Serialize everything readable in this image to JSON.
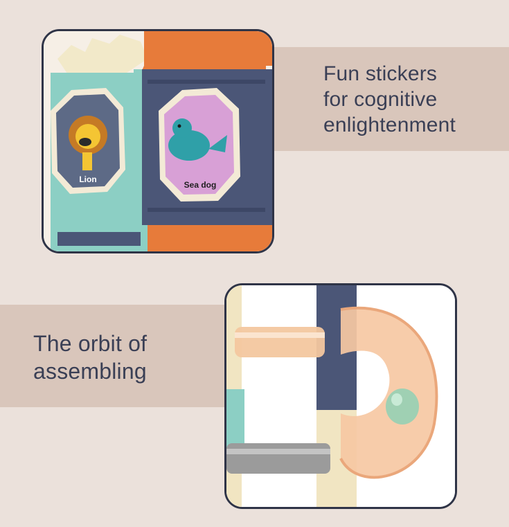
{
  "features": [
    {
      "caption": "Fun stickers\nfor cognitive\nenlightenment",
      "photo": "puzzle-cube-with-animal-stickers",
      "stickers": [
        "Lion",
        "Sea dog"
      ]
    },
    {
      "caption": "The orbit of\nassembling",
      "photo": "marble-track-tube-assembly"
    }
  ],
  "colors": {
    "background": "#ebe1db",
    "band": "#d9c6bb",
    "text": "#3a3f55",
    "frame": "#2f3447"
  }
}
